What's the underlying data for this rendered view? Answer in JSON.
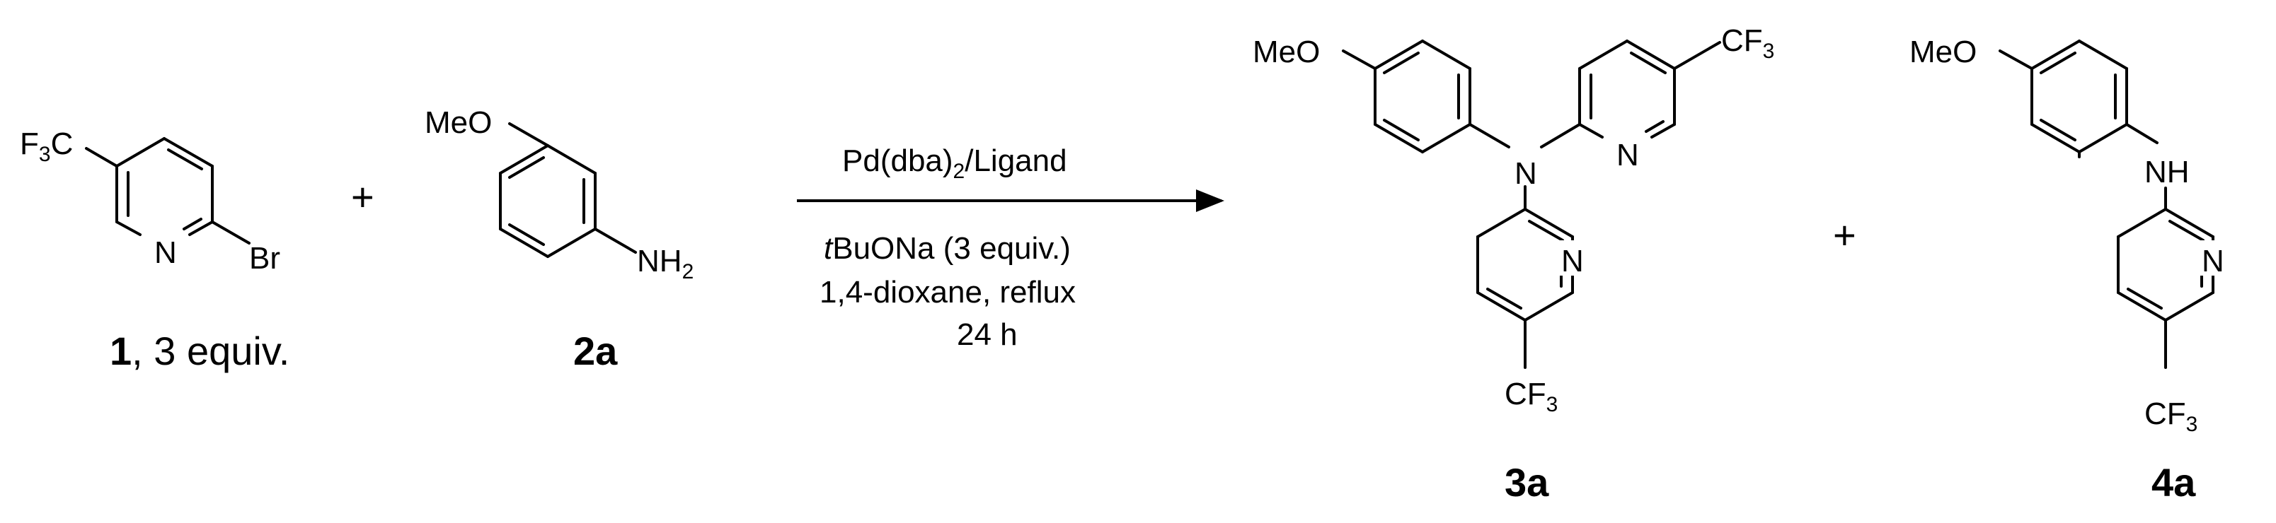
{
  "colors": {
    "ink": "#000000",
    "background": "#ffffff"
  },
  "atoms": {
    "cf3_prefix": "F",
    "cf3_sub": "3",
    "cf3_suffix": "C",
    "cf3_tail": "CF",
    "meo": "MeO",
    "n": "N",
    "br": "Br",
    "nh2_prefix": "NH",
    "nh2_sub": "2",
    "nh": "NH"
  },
  "plus_sign": "+",
  "compound_1": {
    "number": "1",
    "label_suffix": ", 3 equiv."
  },
  "compound_2a": {
    "label": "2a"
  },
  "compound_3a": {
    "label": "3a"
  },
  "compound_4a": {
    "label": "4a"
  },
  "conditions": {
    "catalyst_prefix": "Pd(dba)",
    "catalyst_sub": "2",
    "catalyst_suffix": "/Ligand",
    "base_prefix": "t",
    "base_suffix": "BuONa (3 equiv.)",
    "solvent": "1,4-dioxane, reflux",
    "time": "24 h"
  }
}
